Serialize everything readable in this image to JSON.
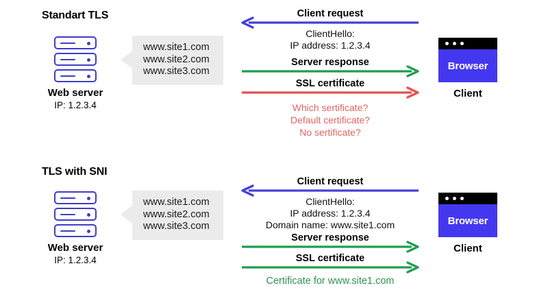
{
  "diagram": {
    "title_top": "Standart TLS",
    "title_bottom": "TLS with SNI",
    "colors": {
      "client_request_arrow": "#4340d8",
      "server_response_arrow": "#1f9e4d",
      "ssl_certificate_arrow_top": "#e2524d",
      "ssl_certificate_arrow_bottom": "#1f9e4d",
      "server_icon": "#3f3dc4",
      "browser_body": "#4338f0",
      "callout_background": "#ebebeb",
      "warning_text": "#e2645f",
      "success_text": "#2f9254"
    }
  },
  "top": {
    "title": "Standart TLS",
    "server": {
      "label": "Web server",
      "ip": "IP: 1.2.3.4"
    },
    "callout": {
      "domains": [
        "www.site1.com",
        "www.site2.com",
        "www.site3.com"
      ]
    },
    "flows": [
      {
        "label": "Client request",
        "direction": "left",
        "color": "#4340d8"
      },
      {
        "label": "Server response",
        "direction": "right",
        "color": "#1f9e4d"
      },
      {
        "label": "SSL certificate",
        "direction": "right",
        "color": "#e2524d"
      }
    ],
    "request_details": [
      "ClientHello:",
      "IP address: 1.2.3.4"
    ],
    "warnings": [
      "Which sertificate?",
      "Default certificate?",
      "No sertificate?"
    ],
    "client": {
      "browser_text": "Browser",
      "label": "Client"
    }
  },
  "bottom": {
    "title": "TLS with SNI",
    "server": {
      "label": "Web server",
      "ip": "IP: 1.2.3.4"
    },
    "callout": {
      "domains": [
        "www.site1.com",
        "www.site2.com",
        "www.site3.com"
      ]
    },
    "flows": [
      {
        "label": "Client request",
        "direction": "left",
        "color": "#4340d8"
      },
      {
        "label": "Server response",
        "direction": "right",
        "color": "#1f9e4d"
      },
      {
        "label": "SSL certificate",
        "direction": "right",
        "color": "#1f9e4d"
      }
    ],
    "request_details": [
      "ClientHello:",
      "IP address: 1.2.3.4",
      "Domain name: www.site1.com"
    ],
    "result": "Certificate for www.site1.com",
    "client": {
      "browser_text": "Browser",
      "label": "Client"
    }
  },
  "icons": {
    "server": "server-stack-icon",
    "browser": "browser-window-icon",
    "arrow_left": "arrow-left-icon",
    "arrow_right": "arrow-right-icon"
  }
}
